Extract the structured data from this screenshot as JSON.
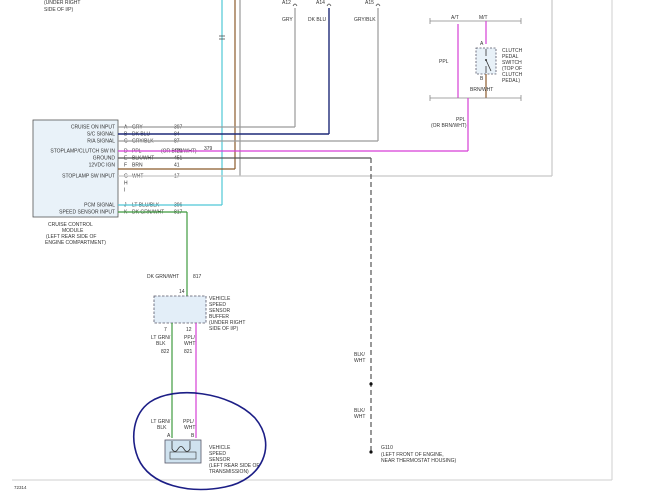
{
  "header": {
    "note_line1": "(UNDER RIGHT",
    "note_line2": "SIDE OF I/P)"
  },
  "connectors": {
    "a12": "A12",
    "a14": "A14",
    "a15": "A15"
  },
  "top_wires": {
    "gry": "GRY",
    "dk_blu": "DK BLU",
    "gry_blk": "GRY/BLK"
  },
  "clutch_switch": {
    "at": "A/T",
    "mt": "M/T",
    "pin_a": "A",
    "pin_b": "B",
    "label": [
      "CLUTCH",
      "PEDAL",
      "SWITCH",
      "(TOP OF",
      "CLUTCH",
      "PEDAL)"
    ],
    "wire_left": "PPL",
    "wire_bottom": "BRN/WHT",
    "wire_out_1": "PPL",
    "wire_out_2": "(OR BRN/WHT)"
  },
  "cruise_module": {
    "pins": [
      {
        "name": "CRUISE ON INPUT",
        "pin": "A",
        "color": "GRY",
        "circuit": "397",
        "extra": ""
      },
      {
        "name": "S/C SIGNAL",
        "pin": "B",
        "color": "DK BLU",
        "circuit": "84",
        "extra": ""
      },
      {
        "name": "R/A SIGNAL",
        "pin": "C",
        "color": "GRY/BLK",
        "circuit": "87",
        "extra": ""
      },
      {
        "name": "STOPLAMP/CLUTCH SW IN",
        "pin": "D",
        "color": "PPL",
        "circuit": "420",
        "extra": "(OR BRN/WHT)"
      },
      {
        "name": "GROUND",
        "pin": "E",
        "color": "BLK/WHT",
        "circuit": "451",
        "extra": ""
      },
      {
        "name": "12VDC IGN",
        "pin": "F",
        "color": "BRN",
        "circuit": "41",
        "extra": ""
      },
      {
        "name": "STOPLAMP SW INPUT",
        "pin": "G",
        "color": "WHT",
        "circuit": "17",
        "extra": ""
      },
      {
        "name": "",
        "pin": "H",
        "color": "",
        "circuit": "",
        "extra": ""
      },
      {
        "name": "",
        "pin": "I",
        "color": "",
        "circuit": "",
        "extra": ""
      },
      {
        "name": "PCM SIGNAL",
        "pin": "J",
        "color": "LT BLU/BLK",
        "circuit": "396",
        "extra": ""
      },
      {
        "name": "SPEED SENSOR INPUT",
        "pin": "K",
        "color": "DK GRN/WHT",
        "circuit": "817",
        "extra": ""
      }
    ],
    "extra_circuit_d": "379",
    "caption": [
      "CRUISE CONTROL",
      "MODULE",
      "(LEFT REAR SIDE OF",
      "ENGINE COMPARTMENT)"
    ]
  },
  "buffer": {
    "input_color": "DK GRN/WHT",
    "input_circuit": "817",
    "input_pin": "14",
    "label": [
      "VEHICLE",
      "SPEED",
      "SENSOR",
      "BUFFER",
      "(UNDER RIGHT",
      "SIDE OF I/P)"
    ],
    "pin_7": "7",
    "pin_12": "12",
    "wire_a_1": "LT GRN/",
    "wire_a_2": "BLK",
    "circuit_a": "822",
    "wire_b_1": "PPL/",
    "wire_b_2": "WHT",
    "circuit_b": "821"
  },
  "vss": {
    "wire_a_1": "LT GRN/",
    "wire_a_2": "BLK",
    "wire_b_1": "PPL/",
    "wire_b_2": "WHT",
    "pin_a": "A",
    "pin_b": "B",
    "label": [
      "VEHICLE",
      "SPEED",
      "SENSOR",
      "(LEFT REAR SIDE OF",
      "TRANSMISSION)"
    ]
  },
  "ground": {
    "wire_1a": "BLK/",
    "wire_1b": "WHT",
    "wire_2a": "BLK/",
    "wire_2b": "WHT",
    "name": "G110",
    "loc_1": "(LEFT FRONT OF ENGINE,",
    "loc_2": "NEAR THERMOSTAT HOUSING)"
  },
  "footer": {
    "figure_id": "72314"
  },
  "colors": {
    "gry": "#9a9a9a",
    "dk_blu": "#1e2a78",
    "brn": "#8b5a2b",
    "ppl": "#d63fd6",
    "blk": "#555555",
    "cyan": "#4fc7d6",
    "grn": "#3f9b3f",
    "annotation": "#1c1e86"
  }
}
